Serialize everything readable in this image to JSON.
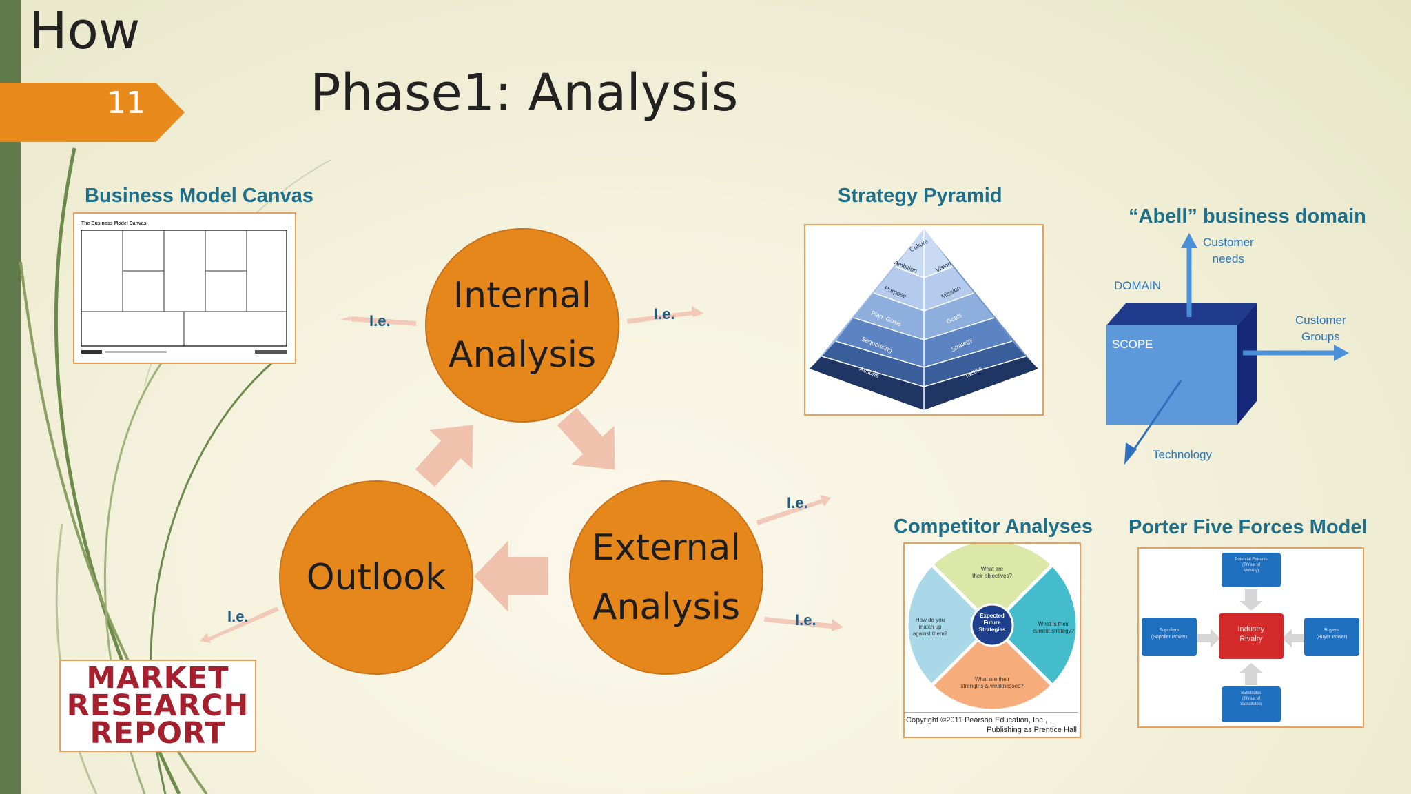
{
  "slide": {
    "header": "How",
    "page_number": "11",
    "title": "Phase1: Analysis"
  },
  "cycle": {
    "internal": [
      "Internal",
      "Analysis"
    ],
    "external": [
      "External",
      "Analysis"
    ],
    "outlook": "Outlook"
  },
  "ie": "I.e.",
  "tools": {
    "bmc": {
      "label": "Business Model Canvas",
      "canvas_title": "The Business Model Canvas"
    },
    "pyramid": {
      "label": "Strategy Pyramid",
      "levels_left": [
        "Culture",
        "Ambition",
        "Purpose",
        "Plan, Goals",
        "Sequencing",
        "Actions"
      ],
      "levels_right": [
        "Vision",
        "Mission",
        "Goals",
        "Strategy",
        "Tactics"
      ]
    },
    "abell": {
      "label": "“Abell” business domain",
      "customer_needs": [
        "Customer",
        "needs"
      ],
      "domain": "DOMAIN",
      "scope": "SCOPE",
      "customer_groups": [
        "Customer",
        "Groups"
      ],
      "technology": "Technology"
    },
    "competitor": {
      "label": "Competitor Analyses",
      "center": [
        "Expected",
        "Future",
        "Strategies"
      ],
      "top": [
        "What are",
        "their objectives?"
      ],
      "right": [
        "What is their",
        "current strategy?"
      ],
      "bottom": [
        "What are their",
        "strengths & weaknesses?"
      ],
      "left": [
        "How do you",
        "match up",
        "against them?"
      ],
      "copyright": [
        "Copyright ©2011 Pearson Education, Inc.,",
        "Publishing as Prentice Hall"
      ]
    },
    "porter": {
      "label": "Porter Five Forces Model",
      "center": [
        "Industry",
        "Rivalry"
      ],
      "top": [
        "Potential Entrants",
        "(Threat of",
        "Mobility)"
      ],
      "left": [
        "Suppliers",
        "(Supplier Power)"
      ],
      "right": [
        "Buyers",
        "(Buyer Power)"
      ],
      "bottom": [
        "Substitutes",
        "(Threat of",
        "Substitutes)"
      ]
    }
  },
  "logo": [
    "MARKET",
    "RESEARCH",
    "REPORT"
  ],
  "colors": {
    "accent": "#e6871b",
    "label": "#1e6f8a",
    "sidebar": "#5f7a4b",
    "arrow": "#f0c2ad"
  }
}
